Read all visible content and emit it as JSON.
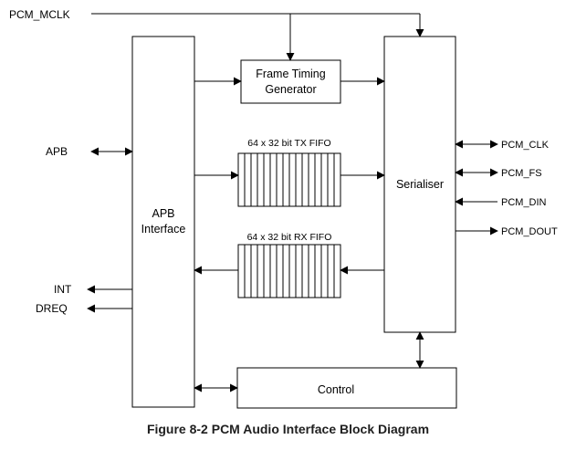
{
  "signals": {
    "pcm_mclk": "PCM_MCLK",
    "apb": "APB",
    "int": "INT",
    "dreq": "DREQ",
    "pcm_clk": "PCM_CLK",
    "pcm_fs": "PCM_FS",
    "pcm_din": "PCM_DIN",
    "pcm_dout": "PCM_DOUT"
  },
  "blocks": {
    "apb_interface_line1": "APB",
    "apb_interface_line2": "Interface",
    "frame_timing_line1": "Frame Timing",
    "frame_timing_line2": "Generator",
    "serialiser": "Serialiser",
    "control": "Control"
  },
  "fifos": {
    "tx_label": "64 x 32 bit TX FIFO",
    "rx_label": "64 x 32 bit RX FIFO"
  },
  "caption": "Figure 8-2 PCM Audio Interface Block Diagram"
}
